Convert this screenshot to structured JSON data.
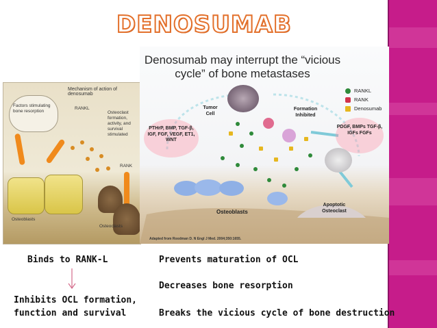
{
  "slide": {
    "title": "DENOSUMAB",
    "colors": {
      "title_outline": "#e3702b",
      "accent_bar": "#c61c8a",
      "text": "#111111"
    }
  },
  "left_image": {
    "heading": "Mechanism of action of denosumab",
    "cloud_text": "Factors stimulating bone resorption",
    "rankl": "RANKL",
    "osteoclast_text": "Osteoclast formation, activity, and survival stimulated",
    "rank": "RANK",
    "osteoblasts": "Osteoblasts",
    "osteoclasts": "Osteoclasts"
  },
  "right_image": {
    "title": "Denosumab may interrupt the “vicious cycle” of bone metastases",
    "legend": [
      {
        "label": "RANKL",
        "color": "#2f8a3a"
      },
      {
        "label": "RANK",
        "color": "#d2324b"
      },
      {
        "label": "Denosumab",
        "color": "#e6b71f"
      }
    ],
    "tumor_cell": "Tumor Cell",
    "formation_inhibited": "Formation Inhibited",
    "factors_left": "PTHrP, BMP, TGF-β, IGF, FGF, VEGF, ET1, WNT",
    "factors_right": "PDGF, BMPs TGF-β, IGFs FGFs",
    "osteoblasts": "Osteoblasts",
    "apoptotic": "Apoptotic Osteoclast",
    "citation": "Adapted from Roodman D. N Engl J Med. 2004;350:1655."
  },
  "bottom": {
    "binds": "Binds to RANK-L",
    "inhibits_line1": "Inhibits OCL formation,",
    "inhibits_line2": "function and survival",
    "prevents": "Prevents maturation of OCL",
    "decreases": "Decreases bone resorption",
    "breaks": "Breaks the vicious cycle of bone destruction"
  }
}
